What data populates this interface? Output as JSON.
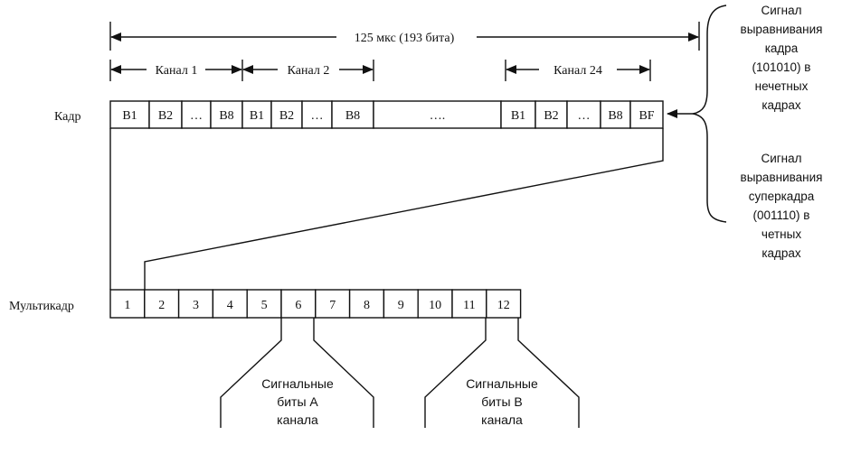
{
  "diagram": {
    "span_label": "125 мкс (193 бита)",
    "channel_labels": [
      "Канал 1",
      "Канал 2",
      "Канал 24"
    ],
    "frame_label": "Кадр",
    "frame_cells": [
      "B1",
      "B2",
      "…",
      "B8",
      "B1",
      "B2",
      "…",
      "B8",
      "….",
      "B1",
      "B2",
      "…",
      "B8",
      "BF"
    ],
    "multiframe_label": "Мультикадр",
    "multiframe_cells": [
      "1",
      "2",
      "3",
      "4",
      "5",
      "6",
      "7",
      "8",
      "9",
      "10",
      "11",
      "12"
    ],
    "signal_a": [
      "Сигнальные",
      "биты А",
      "канала"
    ],
    "signal_b": [
      "Сигнальные",
      "биты В",
      "канала"
    ],
    "frame_sync_note": [
      "Сигнал",
      "выравнивания",
      "кадра",
      "(101010) в",
      "нечетных",
      "кадрах"
    ],
    "superframe_sync_note": [
      "Сигнал",
      "выравнивания",
      "суперкадра",
      "(001110) в",
      "четных",
      "кадрах"
    ]
  }
}
